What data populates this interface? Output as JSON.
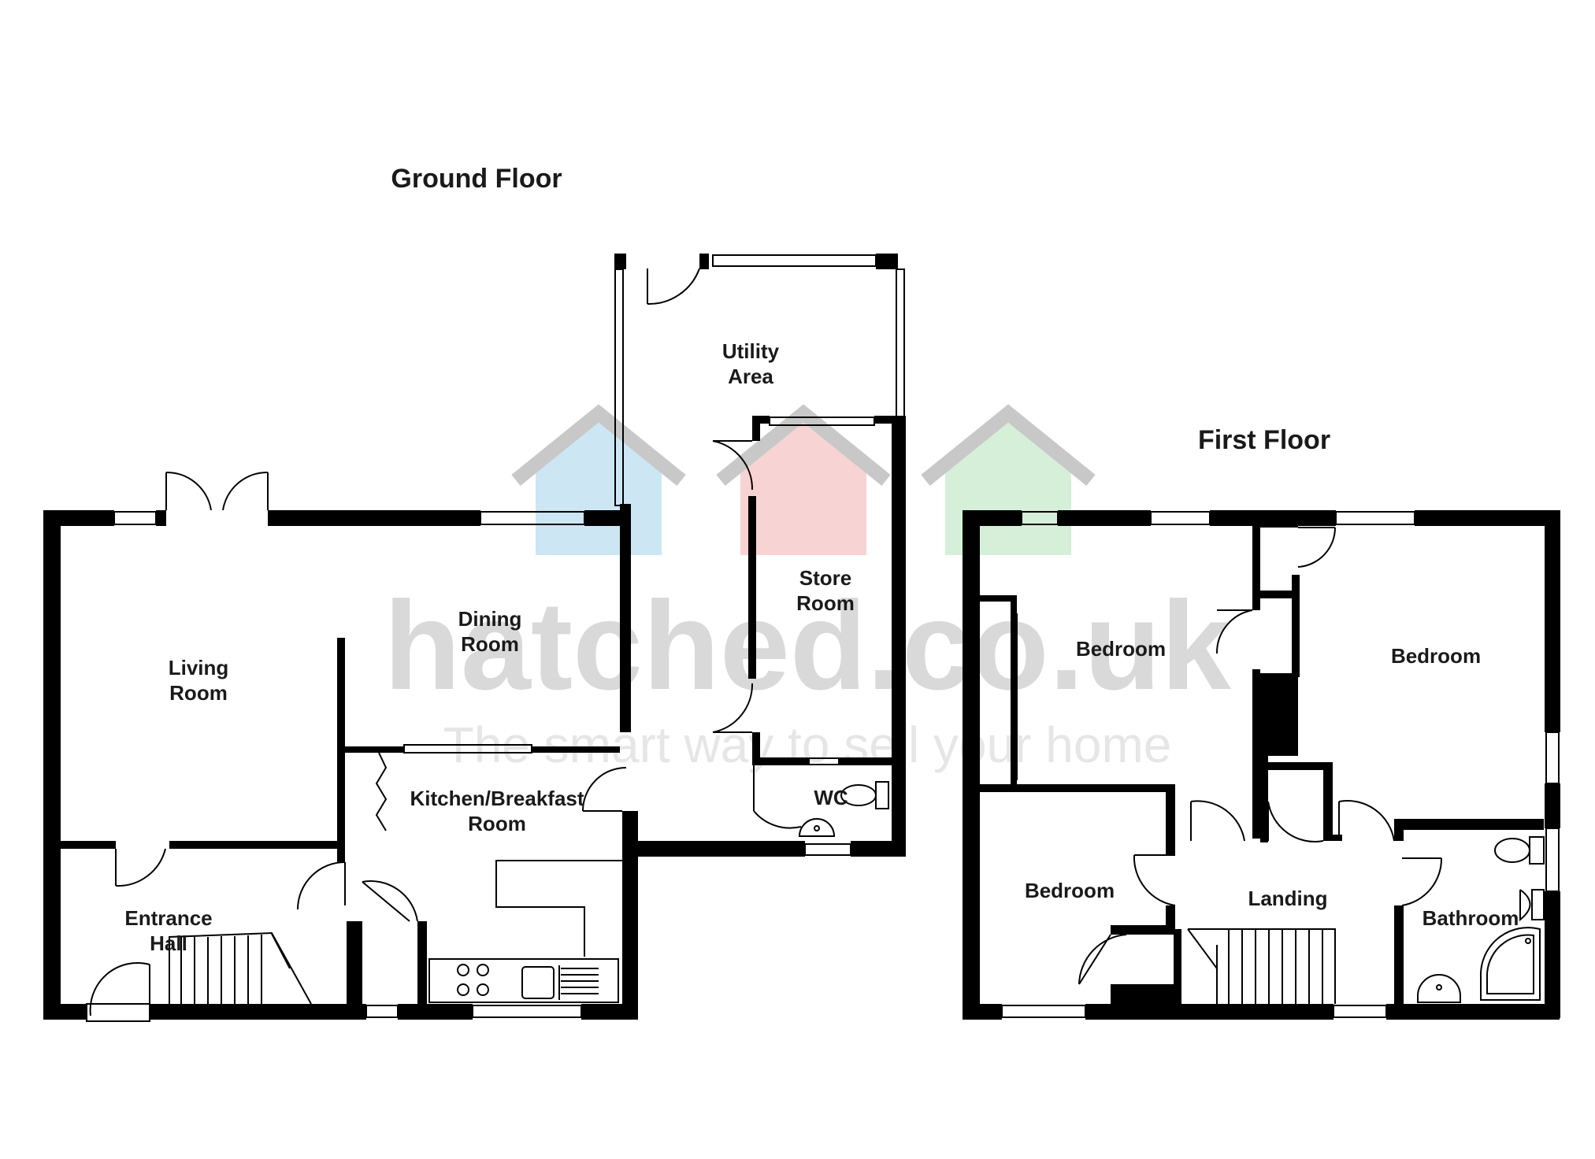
{
  "floors": {
    "ground": "Ground Floor",
    "first": "First Floor"
  },
  "rooms": {
    "utility": [
      "Utility",
      "Area"
    ],
    "store": [
      "Store",
      "Room"
    ],
    "dining": [
      "Dining",
      "Room"
    ],
    "living": [
      "Living",
      "Room"
    ],
    "kitchen": [
      "Kitchen/Breakfast",
      "Room"
    ],
    "wc": "WC",
    "entrance": [
      "Entrance",
      "Hall"
    ],
    "bedroom_tl": "Bedroom",
    "bedroom_r": "Bedroom",
    "bedroom_bl": "Bedroom",
    "landing": "Landing",
    "bathroom": "Bathroom"
  },
  "watermark": {
    "logo_text": "hatched.co.uk",
    "tagline": "The smart way to sell your home"
  },
  "colors": {
    "wall": "#000000",
    "house_blue": "#cce6f4",
    "house_red": "#f8d3d3",
    "house_green": "#d5efd8",
    "roof_grey": "#c8c8c8"
  }
}
